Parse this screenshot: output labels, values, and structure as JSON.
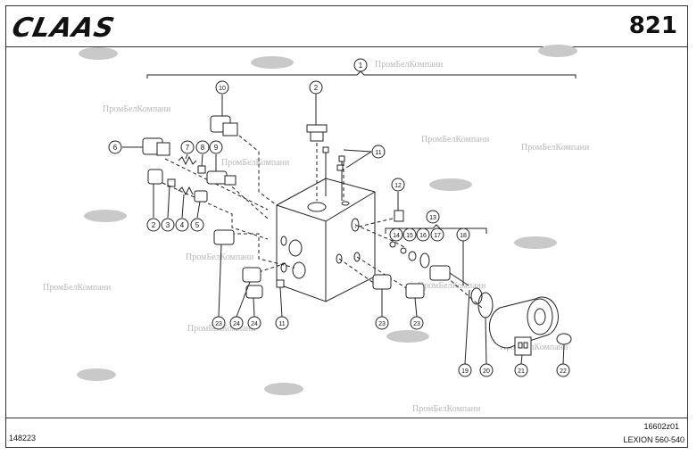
{
  "header": {
    "brand": "CLAAS",
    "page_number": "821"
  },
  "footer": {
    "left_code": "148223",
    "right_code": "16602z01",
    "model": "LEXION 560-540"
  },
  "watermark_text": "ПромБелКомпани",
  "callouts": [
    "1",
    "2",
    "10",
    "6",
    "7",
    "8",
    "9",
    "11",
    "2",
    "3",
    "4",
    "5",
    "12",
    "13",
    "14",
    "15",
    "16",
    "17",
    "18",
    "23",
    "24",
    "24",
    "11",
    "23",
    "23",
    "19",
    "20",
    "21",
    "22"
  ],
  "colors": {
    "line": "#222222",
    "watermark": "#b9b9b9",
    "logo_accent": "#d04040"
  }
}
